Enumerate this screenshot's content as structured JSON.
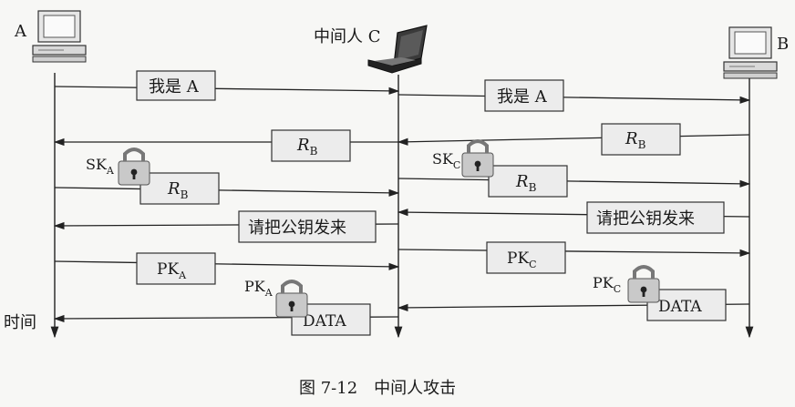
{
  "nodes": {
    "a_label": "A",
    "b_label": "B",
    "c_label": "中间人 C"
  },
  "time_label": "时间",
  "caption": "图 7-12　中间人攻击",
  "messages": {
    "m1_left": "我是 A",
    "m1_right": "我是 A",
    "rb_left": "R",
    "rb_left_sub": "B",
    "rb_right": "R",
    "rb_right_sub": "B",
    "rb_sig_left": "R",
    "rb_sig_left_sub": "B",
    "rb_sig_right": "R",
    "rb_sig_right_sub": "B",
    "req_left": "请把公钥发来",
    "req_right": "请把公钥发来",
    "pk_left": "PK",
    "pk_left_sub": "A",
    "pk_right": "PK",
    "pk_right_sub": "C",
    "data_left": "DATA",
    "data_right": "DATA"
  },
  "keys": {
    "sk_a": "SK",
    "sk_a_sub": "A",
    "sk_c": "SK",
    "sk_c_sub": "C",
    "pk_a": "PK",
    "pk_a_sub": "A",
    "pk_c": "PK",
    "pk_c_sub": "C"
  },
  "icons": {
    "computer_a": "desktop-computer-icon",
    "computer_b": "desktop-computer-icon",
    "laptop_c": "laptop-icon",
    "lock": "padlock-icon"
  }
}
